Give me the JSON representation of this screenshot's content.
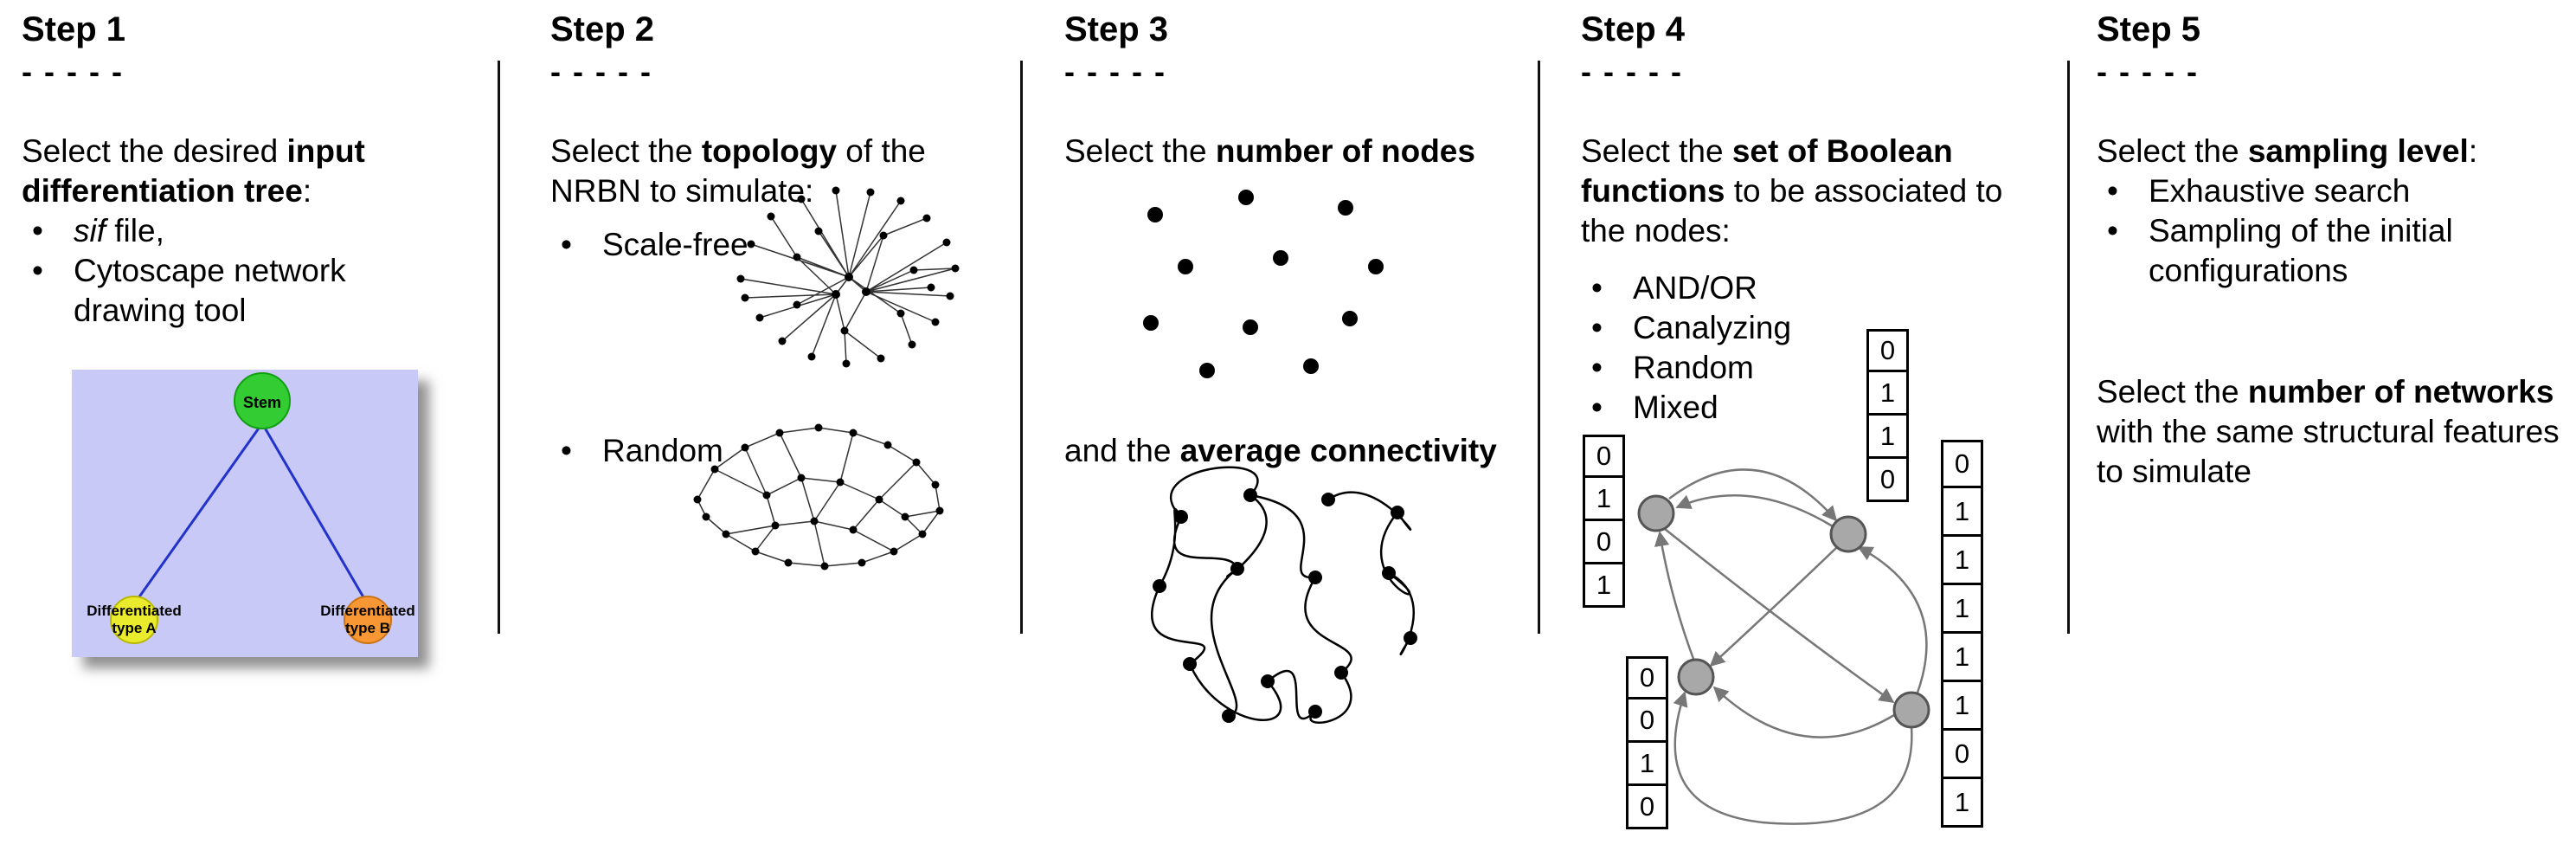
{
  "figure": {
    "background": "#ffffff",
    "divider_color": "#111111"
  },
  "steps": [
    {
      "title": "Step 1",
      "dashes": "- - - - -",
      "intro": {
        "pre": "Select the desired ",
        "bold": "input differentiation tree",
        "post": ":"
      },
      "bullets": [
        {
          "italic_part": "sif",
          "text": " file,"
        },
        {
          "text": "Cytoscape network drawing tool"
        }
      ],
      "tree": {
        "background": "#c9c9f7",
        "edge_color": "#2233cc",
        "root": {
          "label": "Stem",
          "color": "#33cc33"
        },
        "left": {
          "label_lines": [
            "Differentiated",
            "type A"
          ],
          "color": "#ebeb2e"
        },
        "right": {
          "label_lines": [
            "Differentiated",
            "type B"
          ],
          "color": "#f89734"
        }
      }
    },
    {
      "title": "Step 2",
      "dashes": "- - - - -",
      "intro": {
        "pre": "Select the ",
        "bold": "topology",
        "post": " of the NRBN to simulate:"
      },
      "bullets": [
        {
          "text": "Scale-free"
        },
        {
          "text": "Random"
        }
      ]
    },
    {
      "title": "Step 3",
      "dashes": "- - - - -",
      "intro": {
        "pre": "Select the ",
        "bold": "number of nodes",
        "post": ""
      },
      "second": {
        "pre": "and the ",
        "bold": "average connectivity",
        "post": ""
      }
    },
    {
      "title": "Step 4",
      "dashes": "- - - - -",
      "intro": {
        "pre": "Select the ",
        "bold": "set of Boolean functions",
        "post": " to be associated to the nodes:"
      },
      "bullets": [
        {
          "text": "AND/OR"
        },
        {
          "text": "Canalyzing"
        },
        {
          "text": "Random"
        },
        {
          "text": "Mixed"
        }
      ],
      "network": {
        "node_color": "#a8a8a8",
        "edge_color": "#777777"
      },
      "truth_tables": {
        "top": [
          "0",
          "1",
          "1",
          "0"
        ],
        "left": [
          "0",
          "1",
          "0",
          "1"
        ],
        "bottom_left": [
          "0",
          "0",
          "1",
          "0"
        ],
        "right": [
          "0",
          "1",
          "1",
          "1",
          "1",
          "1",
          "0",
          "1"
        ]
      }
    },
    {
      "title": "Step 5",
      "dashes": "- - - - -",
      "intro": {
        "pre": "Select the ",
        "bold": "sampling level",
        "post": ":"
      },
      "bullets": [
        {
          "text": "Exhaustive search"
        },
        {
          "text": "Sampling of the initial configurations"
        }
      ],
      "second": {
        "pre": "Select the ",
        "bold": "number of networks",
        "post": " with the same structural features to simulate"
      }
    }
  ]
}
